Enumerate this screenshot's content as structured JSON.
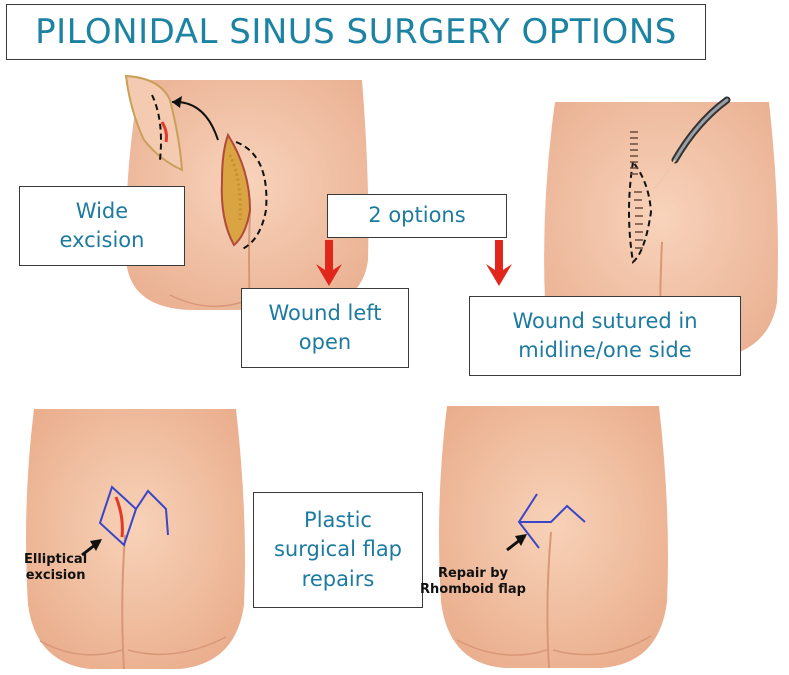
{
  "title": "PILONIDAL SINUS SURGERY OPTIONS",
  "labels": {
    "wide_excision_line1": "Wide",
    "wide_excision_line2": "excision",
    "two_options": "2 options",
    "wound_open_line1": "Wound left",
    "wound_open_line2": "open",
    "wound_sutured_line1": "Wound sutured in",
    "wound_sutured_line2": "midline/one side",
    "plastic_line1": "Plastic",
    "plastic_line2": "surgical flap",
    "plastic_line3": "repairs",
    "elliptical_line1": "Elliptical",
    "elliptical_line2": "excision",
    "rhomboid_line1": "Repair by",
    "rhomboid_line2": "Rhomboid flap"
  },
  "colors": {
    "title_text": "#1d83a3",
    "box_text": "#1d7aa0",
    "arrow_red": "#e1261c",
    "skin": "#f4c4a6",
    "skin_shadow": "#e7a88a",
    "flap_line": "#3a46c8"
  }
}
